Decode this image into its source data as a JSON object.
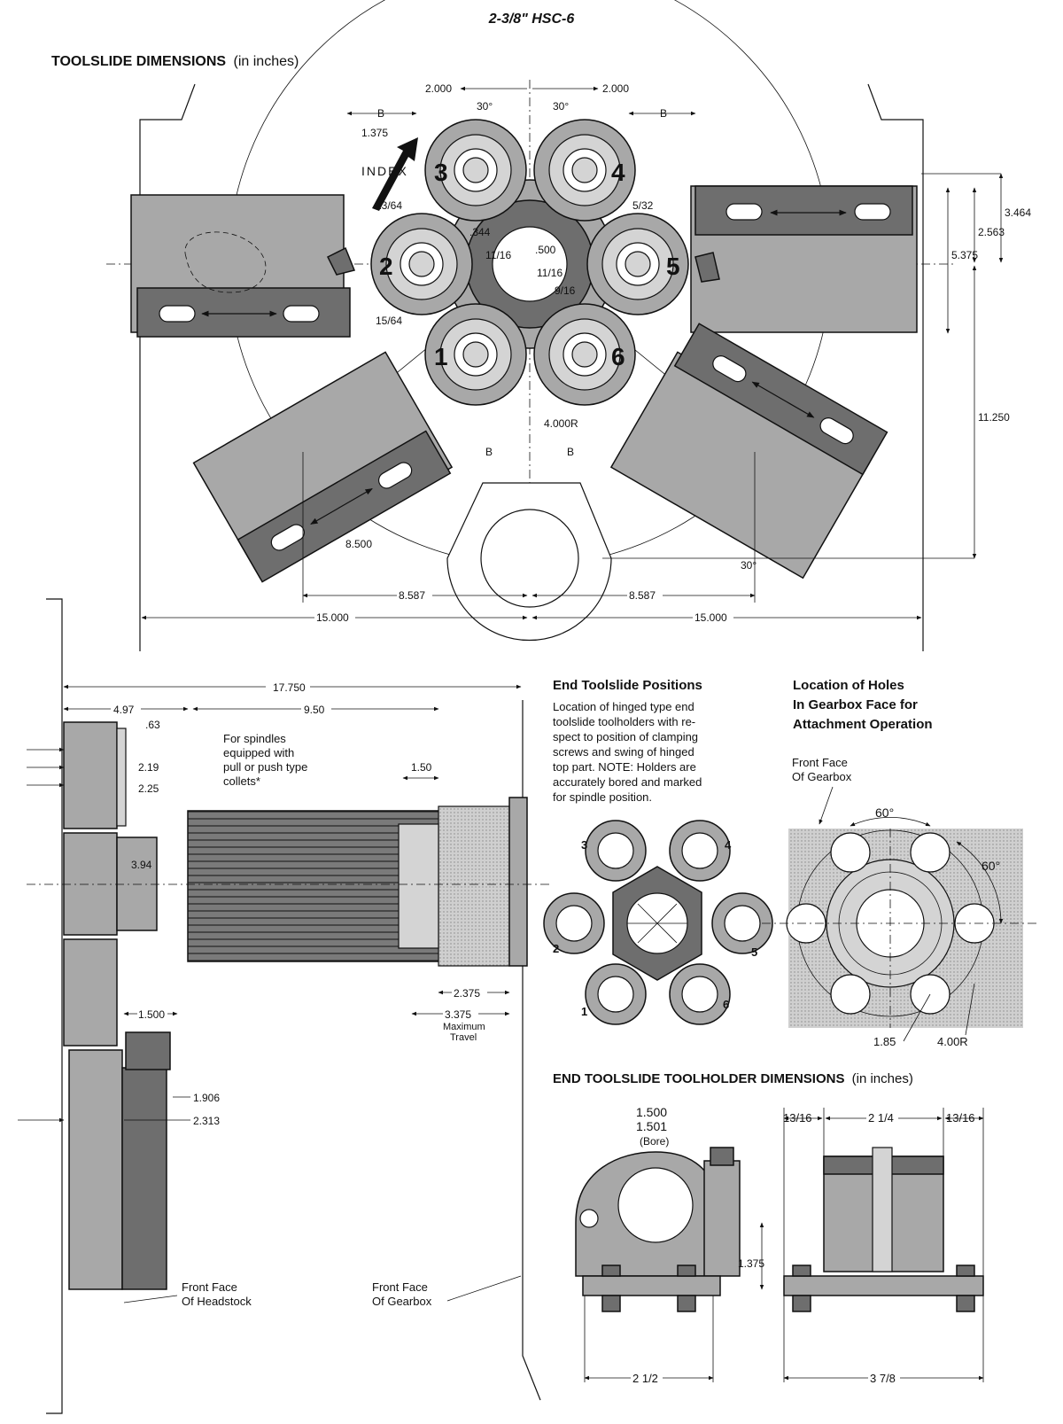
{
  "header": {
    "title": "2-3/8\" HSC-6"
  },
  "toolslide": {
    "title_bold": "TOOLSLIDE DIMENSIONS",
    "title_unit": "(in inches)",
    "index_label": "INDEX",
    "spindle_numbers": [
      "1",
      "2",
      "3",
      "4",
      "5",
      "6"
    ],
    "dims": {
      "d_2000_left": "2.000",
      "d_2000_right": "2.000",
      "a_30_left": "30°",
      "a_30_right": "30°",
      "b_left": "B",
      "b_right": "B",
      "b_bl": "B",
      "b_br": "B",
      "d_1375": "1.375",
      "d_13_64": "13/64",
      "d_5_32": "5/32",
      "d_344": ".344",
      "d_500": ".500",
      "d_11_16a": "11/16",
      "d_11_16b": "11/16",
      "d_9_16": "9/16",
      "d_15_64": "15/64",
      "d_4000r": "4.000R",
      "d_3464": "3.464",
      "d_2563": "2.563",
      "d_5375": "5.375",
      "d_11250": "11.250",
      "d_8500": "8.500",
      "a_30_bottom": "30°",
      "d_8587_left": "8.587",
      "d_8587_right": "8.587",
      "d_15000_left": "15.000",
      "d_15000_right": "15.000"
    }
  },
  "side_view": {
    "d_17750": "17.750",
    "d_497": "4.97",
    "d_950": "9.50",
    "d_63": ".63",
    "d_219": "2.19",
    "d_225": "2.25",
    "d_394": "3.94",
    "d_150": "1.50",
    "d_2375": "2.375",
    "d_3375": "3.375",
    "max_travel_1": "Maximum",
    "max_travel_2": "Travel",
    "d_1500": "1.500",
    "d_1906": "1.906",
    "d_2313": "2.313",
    "note_lines": [
      "For spindles",
      "equipped with",
      "pull or push type",
      "collets*"
    ],
    "headstock_1": "Front Face",
    "headstock_2": "Of Headstock",
    "gearbox_1": "Front Face",
    "gearbox_2": "Of Gearbox"
  },
  "end_positions": {
    "title": "End Toolslide Positions",
    "text_lines": [
      "Location of hinged type end",
      "toolslide toolholders with re-",
      "spect to position of clamping",
      "screws and swing of hinged",
      "top part. NOTE: Holders are",
      "accurately bored and marked",
      "for spindle position."
    ],
    "labels": [
      "1",
      "2",
      "3",
      "4",
      "5",
      "6"
    ]
  },
  "holes": {
    "title_lines": [
      "Location of Holes",
      "In Gearbox Face for",
      "Attachment Operation"
    ],
    "face_1": "Front Face",
    "face_2": "Of Gearbox",
    "a_60_top": "60°",
    "a_60_right": "60°",
    "d_185": "1.85",
    "d_400r": "4.00R"
  },
  "holder": {
    "title_bold": "END TOOLSLIDE TOOLHOLDER DIMENSIONS",
    "title_unit": "(in inches)",
    "bore_1": "1.500",
    "bore_2": "1.501",
    "bore_3": "(Bore)",
    "d_1375": "1.375",
    "d_13_16_left": "13/16",
    "d_2_1_4": "2 1/4",
    "d_13_16_right": "13/16",
    "d_2_1_2": "2 1/2",
    "d_3_7_8": "3 7/8"
  },
  "colors": {
    "metal": "#a8a8a8",
    "dark_metal": "#6e6e6e",
    "light_metal": "#d4d4d4",
    "ink": "#111111"
  }
}
